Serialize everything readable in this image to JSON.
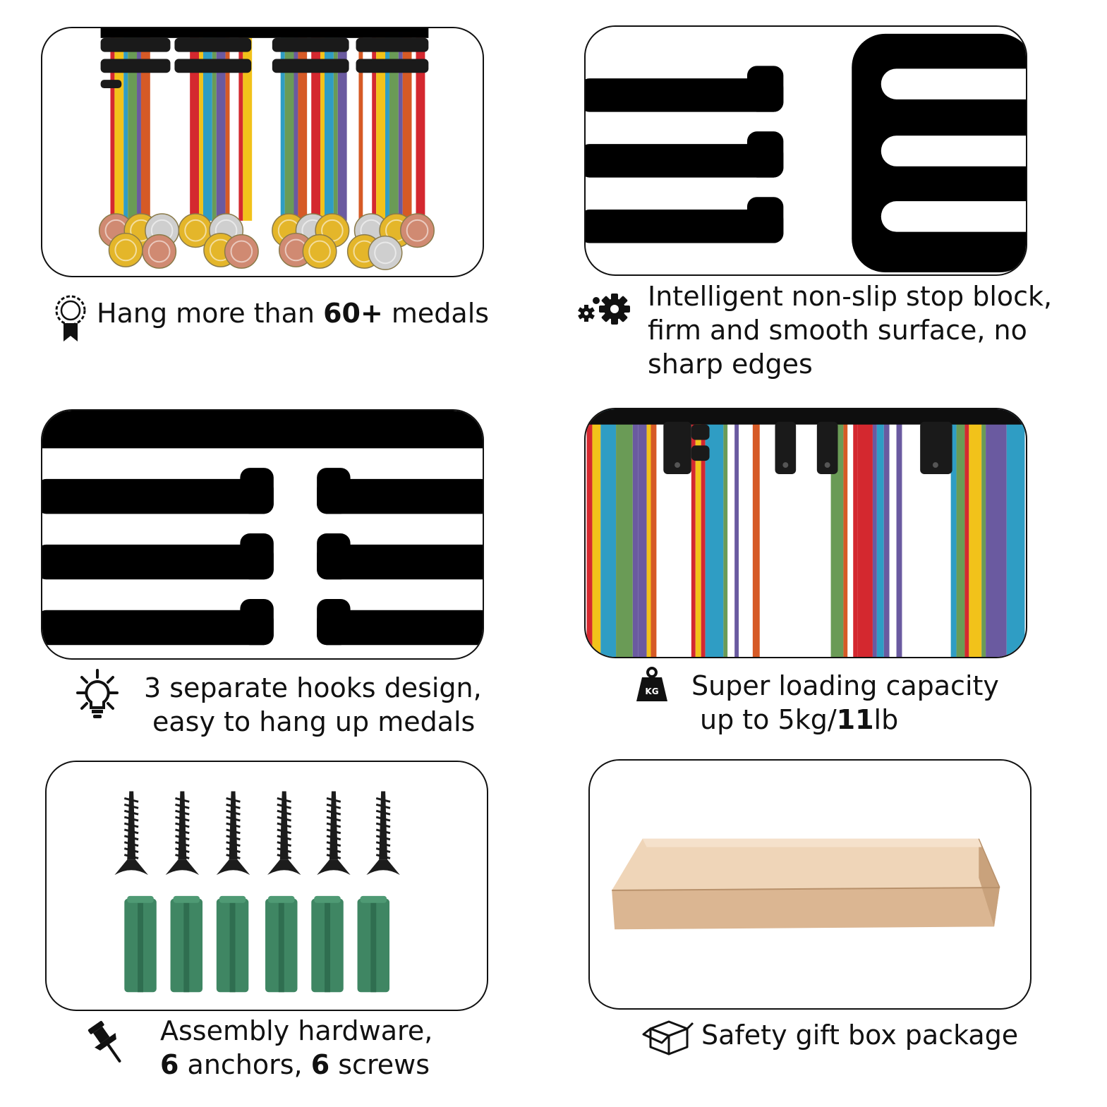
{
  "colors": {
    "ribbon_palette": [
      "#d4282f",
      "#f2c21a",
      "#2f9dc4",
      "#6a9b56",
      "#6a5aa0",
      "#d65a26",
      "#ffffff"
    ],
    "hook": "#000000",
    "gold": "#e4b62a",
    "silver": "#cfcfcf",
    "bronze": "#d08a72",
    "anchor": "#3f8663",
    "screw": "#1c1c1c",
    "box": "#e6c6a6"
  },
  "features": {
    "medals": {
      "pre": "Hang more than ",
      "bold": "60+",
      "post": " medals",
      "icon": "award-ribbon-icon"
    },
    "stop_block": {
      "line1": "Intelligent non-slip stop block,",
      "line2": "firm and smooth surface, no",
      "line3": "sharp edges",
      "icon": "gears-icon"
    },
    "hooks": {
      "line1": "3 separate hooks design,",
      "line2": "easy to hang up medals",
      "icon": "lightbulb-icon"
    },
    "capacity": {
      "line1": "Super loading capacity",
      "line2_pre": "up to 5kg/",
      "line2_bold": "11",
      "line2_post": "lb",
      "weight_label": "KG",
      "icon": "weight-icon"
    },
    "hardware": {
      "line1": "Assembly hardware,",
      "n1": "6",
      "w1": " anchors, ",
      "n2": "6",
      "w2": " screws",
      "screw_count": 6,
      "anchor_count": 6,
      "icon": "pushpin-icon"
    },
    "package": {
      "text": "Safety gift box package",
      "icon": "box-icon"
    }
  }
}
